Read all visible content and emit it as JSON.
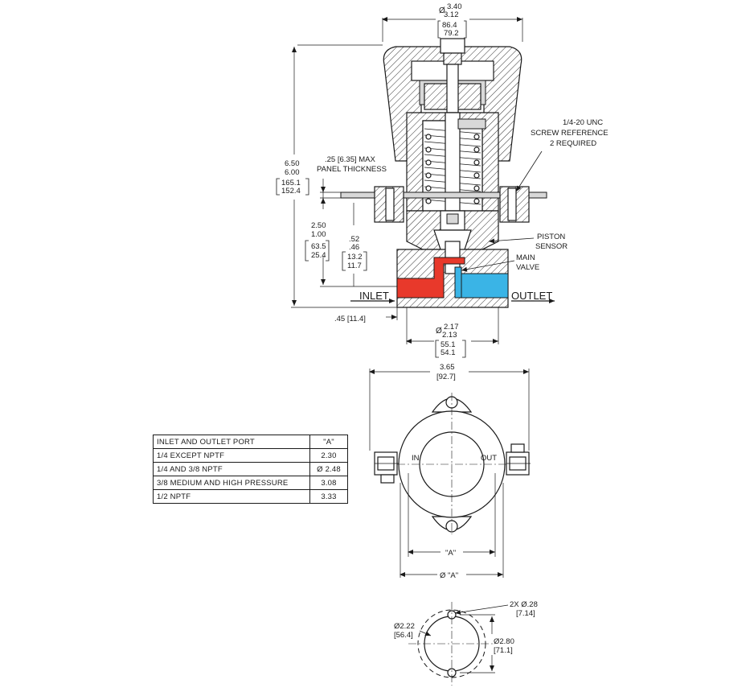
{
  "elevation": {
    "top_dia": {
      "prefix": "Ø",
      "upper": "3.40",
      "lower": "3.12",
      "mm_upper": "86.4",
      "mm_lower": "79.2"
    },
    "overall_height": {
      "upper": "6.50",
      "lower": "6.00",
      "mm_upper": "165.1",
      "mm_lower": "152.4"
    },
    "panel_note": {
      "line1": ".25 [6.35] MAX",
      "line2": "PANEL THICKNESS"
    },
    "screw_note": {
      "line1": "1/4-20 UNC",
      "line2": "SCREW REFERENCE",
      "line3": "2 REQUIRED"
    },
    "panel_height": {
      "upper": "2.50",
      "lower": "1.00",
      "mm_upper": "63.5",
      "mm_lower": "25.4"
    },
    "port_height": {
      "upper": ".52",
      "lower": ".46",
      "mm_upper": "13.2",
      "mm_lower": "11.7"
    },
    "piston_label": {
      "line1": "PISTON",
      "line2": "SENSOR"
    },
    "valve_label": {
      "line1": "MAIN",
      "line2": "VALVE"
    },
    "inlet_label": "INLET",
    "outlet_label": "OUTLET",
    "base_offset": ".45 [11.4]",
    "body_dia": {
      "prefix": "Ø",
      "upper": "2.17",
      "lower": "2.13",
      "mm_upper": "55.1",
      "mm_lower": "54.1"
    }
  },
  "plan": {
    "width": {
      "inch": "3.65",
      "mm": "[92.7]"
    },
    "in_label": "IN",
    "out_label": "OUT",
    "dim_a": "\"A\"",
    "dim_dia_a": "Ø \"A\""
  },
  "panel_cutout": {
    "holes": {
      "line1": "2X Ø.28",
      "line2": "[7.14]"
    },
    "left_dia": {
      "line1": "Ø2.22",
      "line2": "[56.4]"
    },
    "right_dia": {
      "line1": "Ø2.80",
      "line2": "[71.1]"
    }
  },
  "table": {
    "header": {
      "port": "INLET AND OUTLET PORT",
      "value": "\"A\""
    },
    "rows": [
      {
        "port": "1/4 EXCEPT NPTF",
        "value": "2.30"
      },
      {
        "port": "1/4 AND 3/8 NPTF",
        "value": "Ø 2.48"
      },
      {
        "port": "3/8 MEDIUM AND HIGH PRESSURE",
        "value": "3.08"
      },
      {
        "port": "1/2 NPTF",
        "value": "3.33"
      }
    ]
  },
  "colors": {
    "inlet_flow": "#e8392b",
    "outlet_flow": "#3ab4e6"
  }
}
